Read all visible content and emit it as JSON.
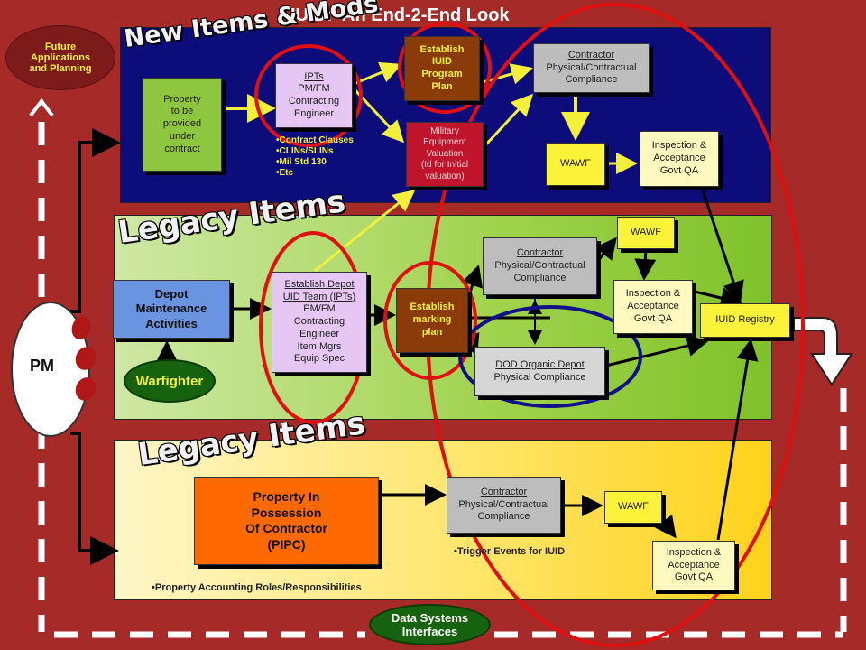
{
  "title": "IUID:  An End-2-End Look",
  "sections": {
    "new_items": {
      "title": "New Items & Mods",
      "property_box": "Property\nto be\nprovided\nunder\ncontract",
      "ipts_heading": "IPTs",
      "ipts_body": "PM/FM\nContracting\nEngineer",
      "ipts_bullets": [
        "Contract Clauses",
        "CLINs/SLINs",
        "Mil Std 130",
        "Etc"
      ],
      "iuid_plan": "Establish\nIUID\nProgram\nPlan",
      "valuation": "Military\nEquipment\nValuation\n(Id for Initial\nvaluation)",
      "contractor_heading": "Contractor",
      "contractor_body": "Physical/Contractual\nCompliance",
      "wawf": "WAWF",
      "inspection": "Inspection &\nAcceptance\nGovt QA"
    },
    "legacy_1": {
      "title": "Legacy Items",
      "depot": "Depot\nMaintenance\nActivities",
      "warfighter": "Warfighter",
      "depot_team_heading": "Establish Depot\nUID Team (IPTs)",
      "depot_team_body": "PM/FM\nContracting\nEngineer\nItem Mgrs\nEquip Spec",
      "marking_plan": "Establish\nmarking\nplan",
      "contractor_heading": "Contractor",
      "contractor_body": "Physical/Contractual\nCompliance",
      "wawf": "WAWF",
      "inspection": "Inspection &\nAcceptance\nGovt QA",
      "dod_depot_heading": "DOD Organic Depot",
      "dod_depot_body": "Physical Compliance",
      "registry": "IUID Registry"
    },
    "legacy_2": {
      "title": "Legacy Items",
      "pipc": "Property In\nPossession\nOf Contractor\n(PIPC)",
      "contractor_heading": "Contractor",
      "contractor_body": "Physical/Contractual\nCompliance",
      "wawf": "WAWF",
      "inspection": "Inspection &\nAcceptance\nGovt QA",
      "trigger_note": "Trigger Events for IUID",
      "accounting_note": "Property Accounting Roles/Responsibilities"
    }
  },
  "future": "Future\nApplications\nand Planning",
  "pm": "PM",
  "data_systems": "Data Systems\nInterfaces",
  "colors": {
    "background": "#a52a28",
    "new_panel": "#0c0c7a",
    "legacy_green": "#9ed24a",
    "legacy_yellow": "#ffe56a",
    "highlight_red": "#e01010",
    "highlight_blue": "#10108a",
    "connector_yellow": "#f3f03a"
  }
}
